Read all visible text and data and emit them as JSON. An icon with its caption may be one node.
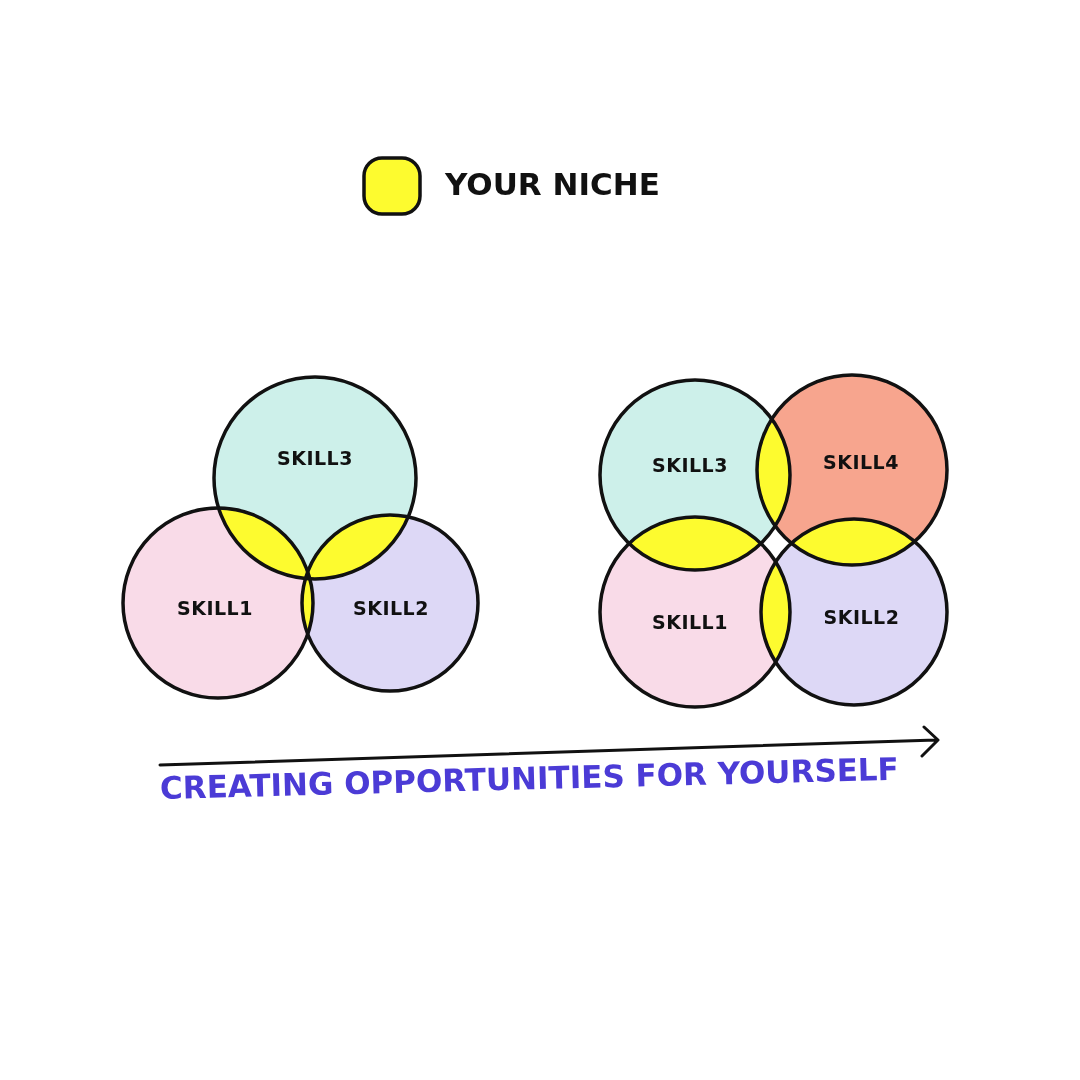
{
  "diagram": {
    "nodes": [
      {
        "text": [
          "SKILL3"
        ]
      },
      {
        "text": [
          "SKILL1"
        ]
      },
      {
        "text": [
          "SKILL2"
        ]
      },
      {
        "text": [
          "SKILL3"
        ]
      },
      {
        "text": [
          "SKILL4"
        ]
      },
      {
        "text": [
          "SKILL1"
        ]
      },
      {
        "text": [
          "SKILL2"
        ]
      }
    ],
    "labels": [
      "CREATING OPPORTUNITIES FOR YOURSELF"
    ],
    "legend": [
      {
        "text": "YOUR NICHE",
        "color": "#fdfb2f"
      }
    ]
  }
}
